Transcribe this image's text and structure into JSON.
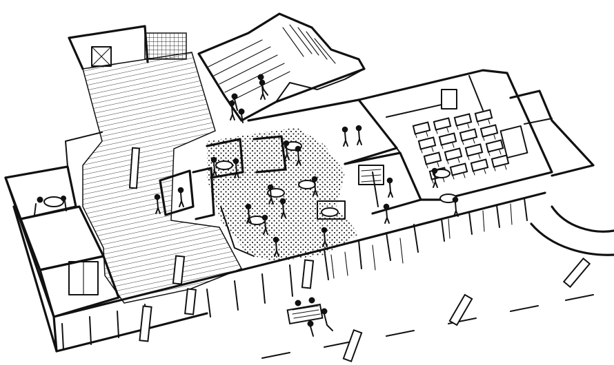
{
  "figure": {
    "kind": "hand-drawn axonometric sketch of a building interior",
    "ink_color": "#111111",
    "paper_color": "#ffffff"
  },
  "zones": [
    {
      "id": "hatched-entrance-hall",
      "pattern": "diagonal-hatch"
    },
    {
      "id": "stairs-mezzanine",
      "pattern": "stair-treads"
    },
    {
      "id": "dotted-lounge",
      "pattern": "stipple"
    },
    {
      "id": "classroom-rows",
      "pattern": "desks"
    },
    {
      "id": "small-office",
      "pattern": "plain"
    },
    {
      "id": "side-rooms-left",
      "pattern": "plain"
    }
  ]
}
